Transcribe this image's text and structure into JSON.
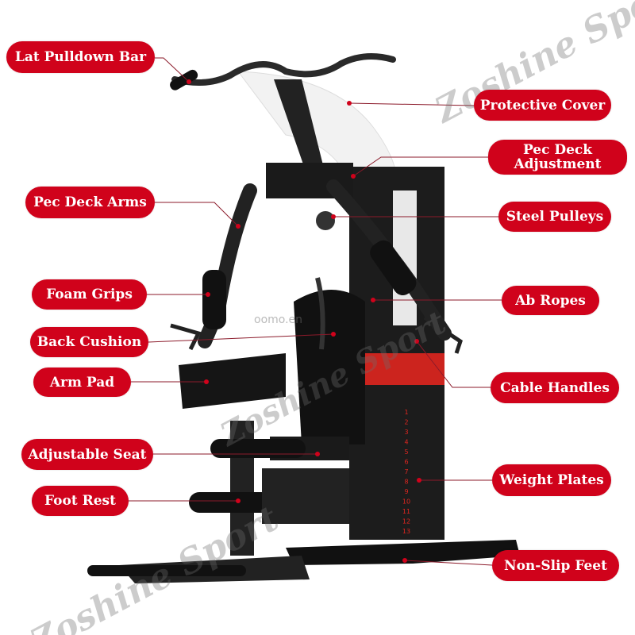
{
  "brand_watermark": "Zoshine Sport",
  "secondary_watermark": "oomo.en",
  "colors": {
    "label_bg": "#d0021b",
    "label_text": "#ffffff",
    "machine": "#1a1a1a",
    "accent_stripe": "#e0261f"
  },
  "labels_left": [
    {
      "text": "Lat Pulldown Bar"
    },
    {
      "text": "Pec Deck Arms"
    },
    {
      "text": "Foam Grips"
    },
    {
      "text": "Back Cushion"
    },
    {
      "text": "Arm Pad"
    },
    {
      "text": "Adjustable Seat"
    },
    {
      "text": "Foot Rest"
    }
  ],
  "labels_right": [
    {
      "text": "Protective Cover"
    },
    {
      "text": "Pec Deck\nAdjustment"
    },
    {
      "text": "Steel Pulleys"
    },
    {
      "text": "Ab Ropes"
    },
    {
      "text": "Cable Handles"
    },
    {
      "text": "Weight Plates"
    },
    {
      "text": "Non-Slip Feet"
    }
  ],
  "weight_numbers": [
    "1",
    "2",
    "3",
    "4",
    "5",
    "6",
    "7",
    "8",
    "9",
    "10",
    "11",
    "12",
    "13"
  ]
}
